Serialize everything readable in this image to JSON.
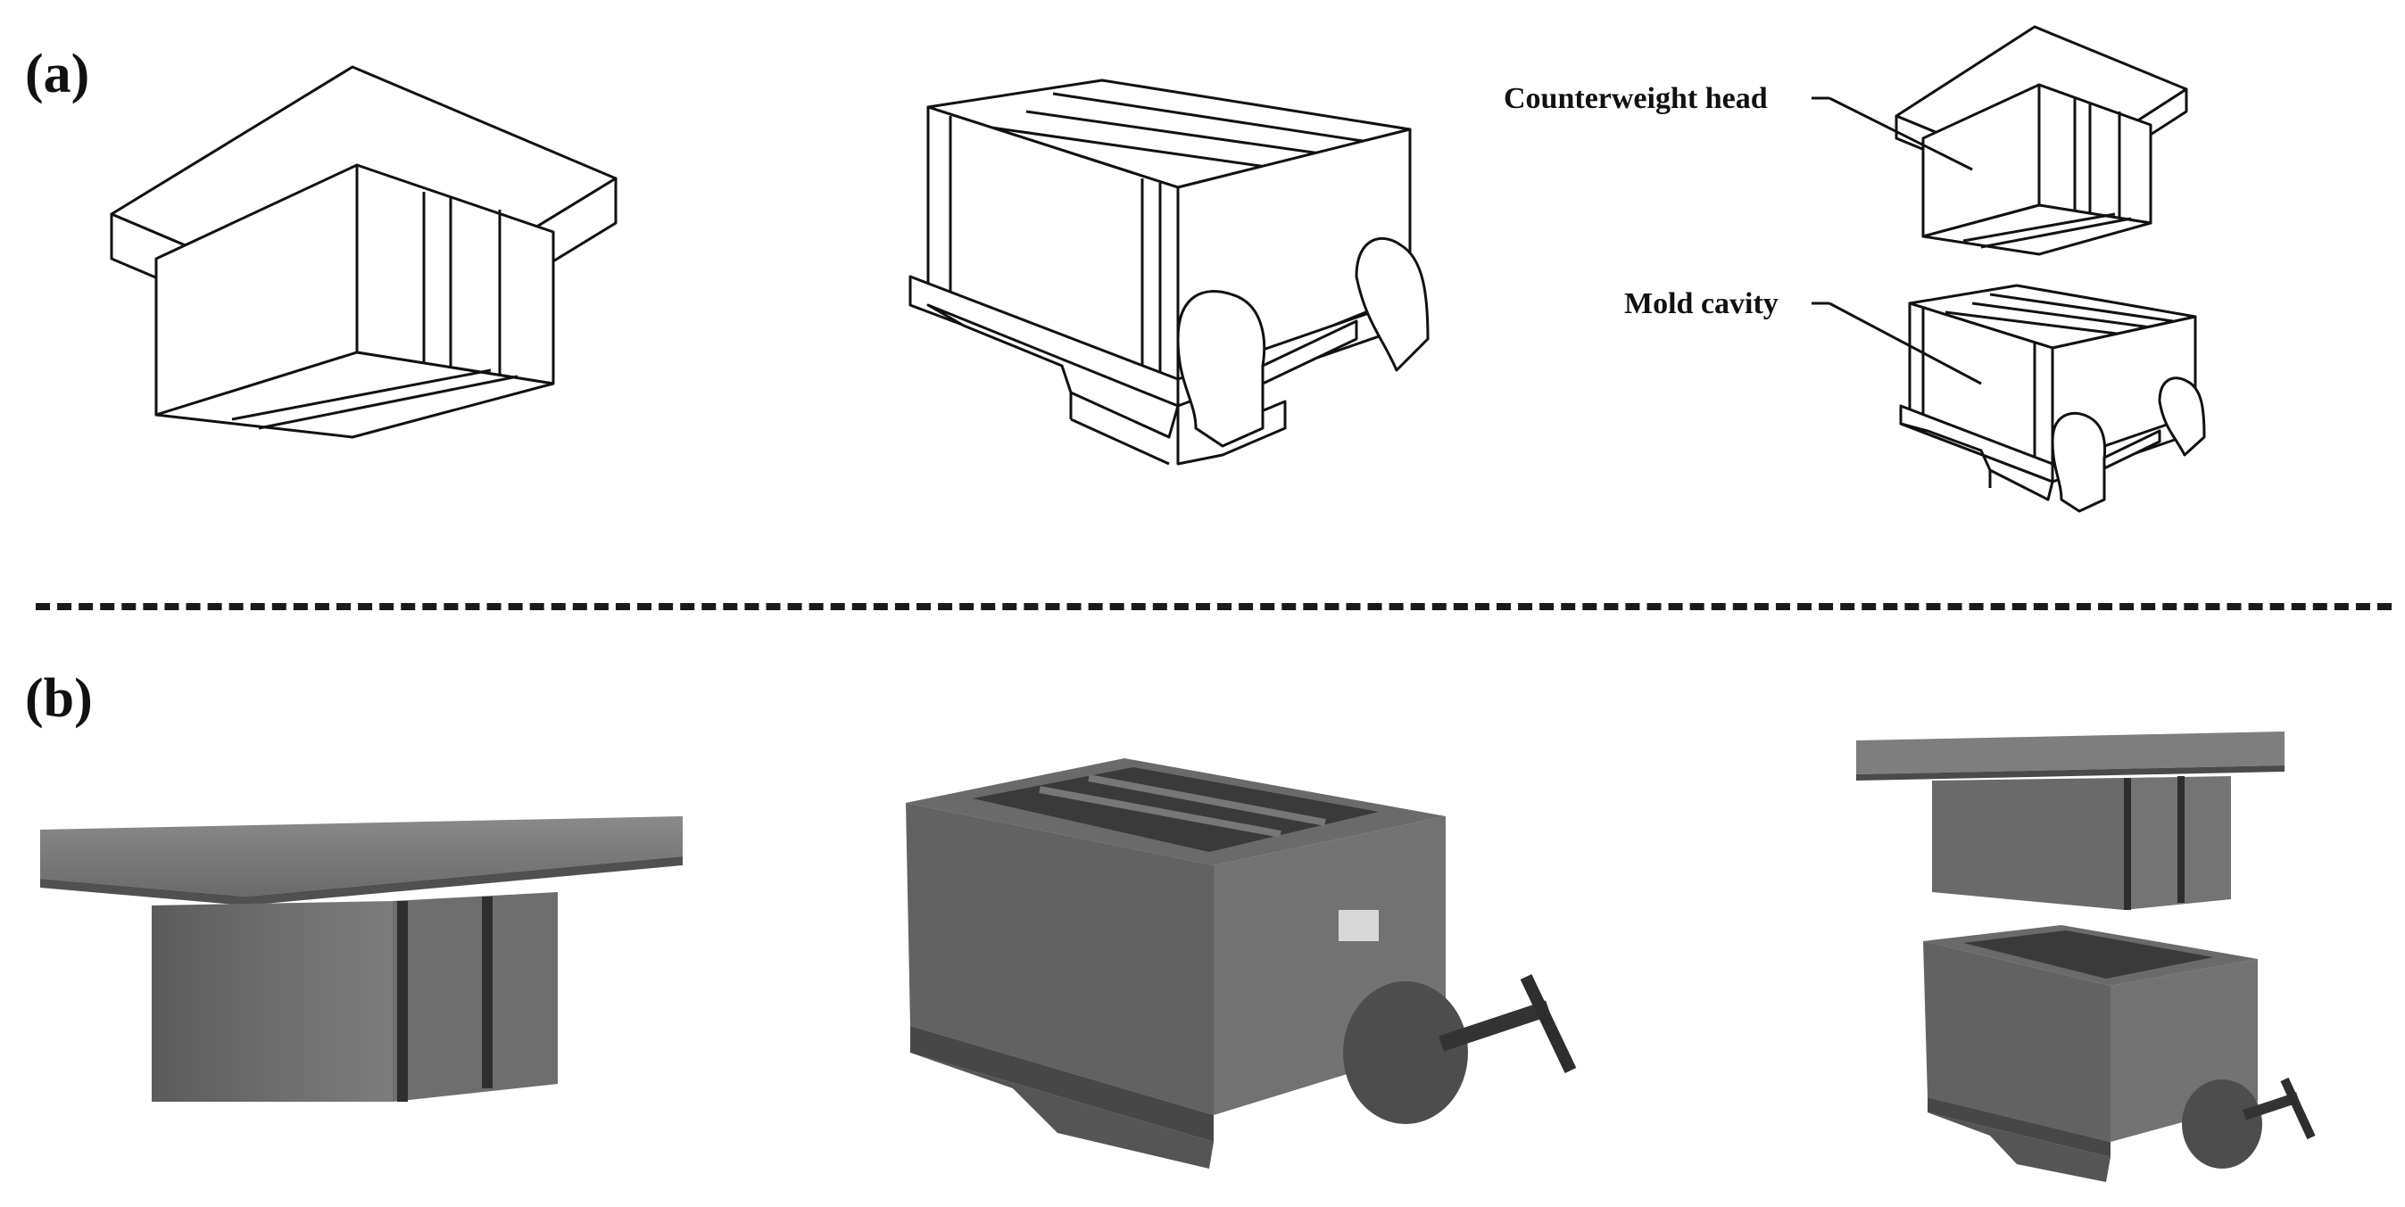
{
  "panels": {
    "a_label": "(a)",
    "b_label": "(b)"
  },
  "callouts": {
    "counterweight_head": "Counterweight head",
    "mold_cavity": "Mold cavity"
  },
  "colors": {
    "line": "#111111",
    "metal_light": "#8f8f8f",
    "metal_mid": "#6e6e6e",
    "metal_dark": "#3f3f3f",
    "background": "#ffffff"
  }
}
